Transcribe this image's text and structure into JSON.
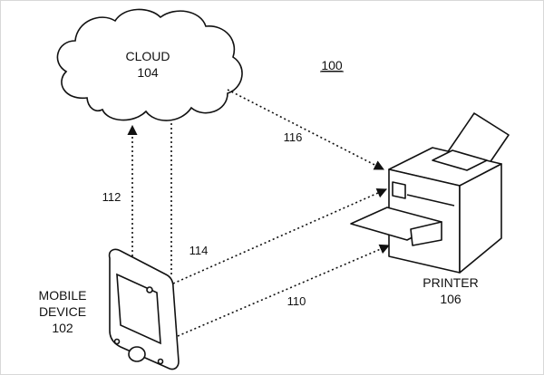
{
  "figure_number": "100",
  "cloud": {
    "name": "CLOUD",
    "ref": "104"
  },
  "printer": {
    "name": "PRINTER",
    "ref": "106"
  },
  "mobile": {
    "name_line1": "MOBILE",
    "name_line2": "DEVICE",
    "ref": "102"
  },
  "connections": [
    {
      "ref": "112",
      "from": "mobile",
      "to": "cloud"
    },
    {
      "ref": "116",
      "from": "cloud",
      "to": "printer"
    },
    {
      "ref": "114",
      "from": "mobile",
      "to": "printer"
    },
    {
      "ref": "110",
      "from": "mobile",
      "to": "printer"
    }
  ],
  "colors": {
    "stroke": "#111111",
    "background": "#ffffff"
  }
}
